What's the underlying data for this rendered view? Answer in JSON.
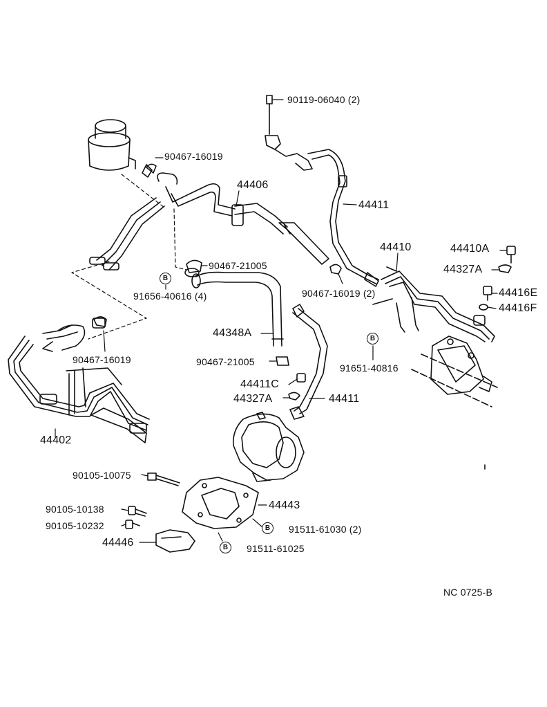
{
  "colors": {
    "ink": "#111111",
    "paper": "#ffffff"
  },
  "badge_letter": "B",
  "labels": {
    "p90119": "90119-06040 (2)",
    "p90467_top": "90467-16019",
    "p44406": "44406",
    "p44411_top": "44411",
    "p44410": "44410",
    "p44410A": "44410A",
    "p44327A_r": "44327A",
    "p44416E": "44416E",
    "p44416F": "44416F",
    "p90467_21005_a": "90467-21005",
    "p91656": "91656-40616 (4)",
    "p90467_2": "90467-16019 (2)",
    "p91651": "91651-40816",
    "p44348A": "44348A",
    "p90467_left": "90467-16019",
    "p90467_21005_b": "90467-21005",
    "p44411C": "44411C",
    "p44327A_c": "44327A",
    "p44411_mid": "44411",
    "p44402": "44402",
    "p90105_10075": "90105-10075",
    "p44443": "44443",
    "p90105_10138": "90105-10138",
    "p90105_10232": "90105-10232",
    "p91511_61030": "91511-61030 (2)",
    "p44446": "44446",
    "p91511_61025": "91511-61025",
    "code": "NC  0725-B"
  }
}
